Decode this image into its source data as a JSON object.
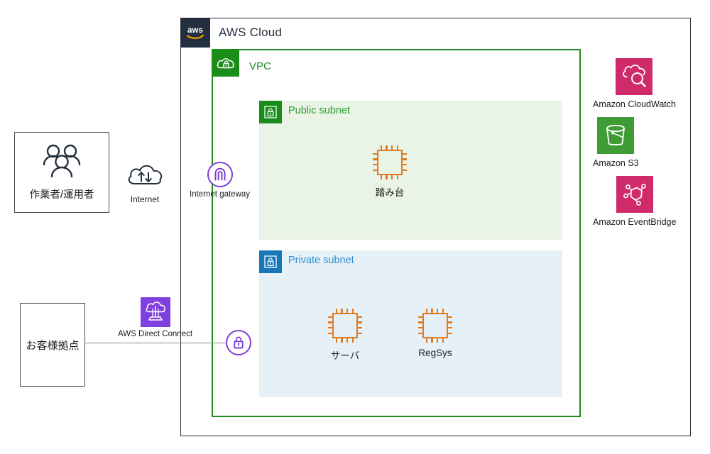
{
  "cloud": {
    "title": "AWS Cloud",
    "logo_icon": "aws-logo-icon",
    "border_color": "#232f3e"
  },
  "vpc": {
    "title": "VPC",
    "icon": "vpc-cloud-lock-icon",
    "color": "#1f8c1f"
  },
  "subnets": [
    {
      "id": "public",
      "title": "Public subnet",
      "icon": "subnet-lock-icon",
      "color": "#2aa02a",
      "fill": "#e9f3e6",
      "nodes": [
        {
          "id": "bastion",
          "label": "踏み台",
          "icon": "ec2-instance-icon",
          "color": "#e07b21"
        }
      ]
    },
    {
      "id": "private",
      "title": "Private subnet",
      "icon": "subnet-lock-icon",
      "color": "#2e8ece",
      "fill": "#e6f0f7",
      "nodes": [
        {
          "id": "server",
          "label": "サーバ",
          "icon": "ec2-instance-icon",
          "color": "#e07b21"
        },
        {
          "id": "regsys",
          "label": "RegSys",
          "icon": "ec2-instance-icon",
          "color": "#e07b21"
        }
      ]
    }
  ],
  "external": {
    "users_box": {
      "label": "作業者/運用者",
      "icon": "users-group-icon"
    },
    "internet": {
      "label": "Internet",
      "icon": "internet-cloud-icon"
    },
    "internet_gateway": {
      "label": "Internet gateway",
      "icon": "internet-gateway-icon",
      "color": "#7d3fd6"
    },
    "onprem_box": {
      "label": "お客様拠点"
    },
    "direct_connect": {
      "label": "AWS Direct Connect",
      "icon": "aws-direct-connect-icon",
      "color": "#7d3fd6"
    },
    "vpn_gateway": {
      "label": "",
      "icon": "virtual-private-gateway-icon",
      "color": "#7d3fd6"
    }
  },
  "services": [
    {
      "id": "cloudwatch",
      "label": "Amazon CloudWatch",
      "icon": "amazon-cloudwatch-icon",
      "color": "#cf2b6a"
    },
    {
      "id": "s3",
      "label": "Amazon S3",
      "icon": "amazon-s3-icon",
      "color": "#3f9c35"
    },
    {
      "id": "eventbridge",
      "label": "Amazon EventBridge",
      "icon": "amazon-eventbridge-icon",
      "color": "#cf2b6a"
    }
  ]
}
